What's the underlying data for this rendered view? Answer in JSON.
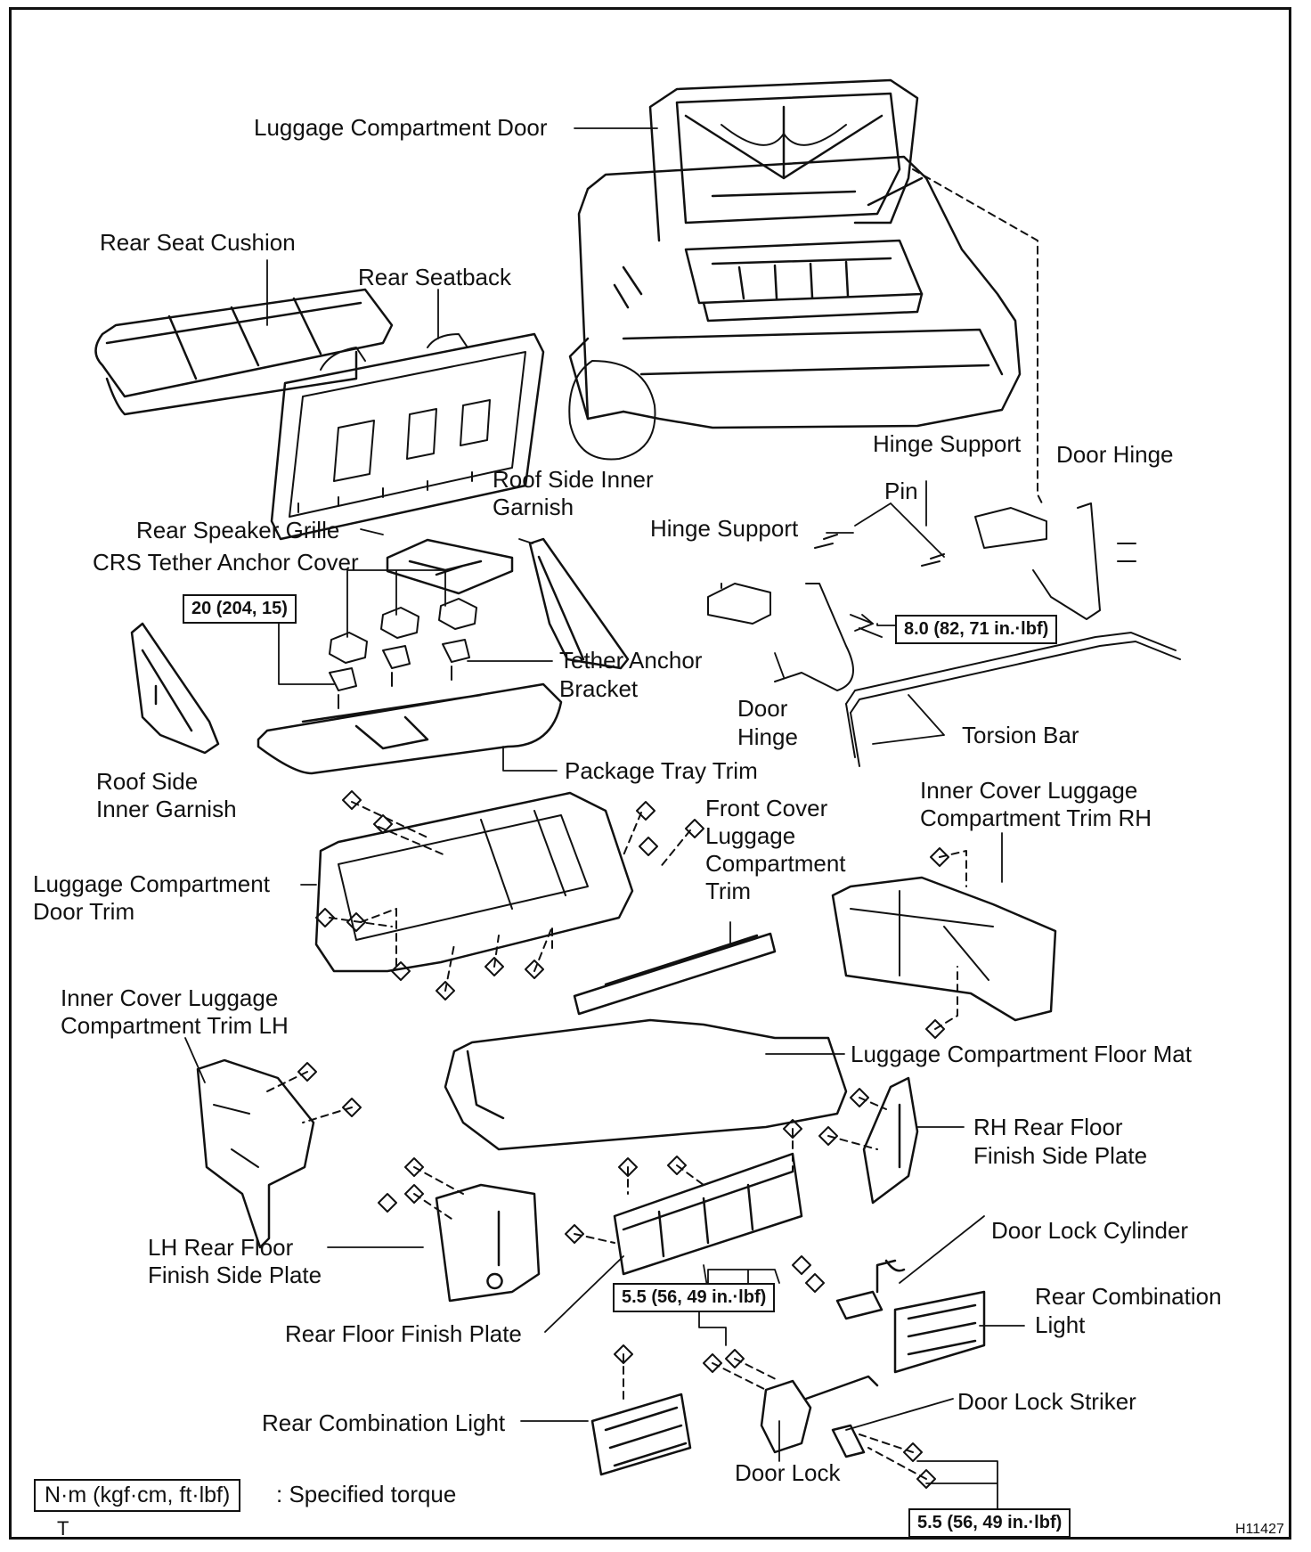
{
  "labels": {
    "luggage_compartment_door": "Luggage Compartment Door",
    "rear_seat_cushion": "Rear Seat Cushion",
    "rear_seatback": "Rear Seatback",
    "roof_side_inner_garnish_top_1": "Roof Side Inner",
    "roof_side_inner_garnish_top_2": "Garnish",
    "hinge_support_right": "Hinge Support",
    "door_hinge_right": "Door Hinge",
    "pin": "Pin",
    "hinge_support_left": "Hinge Support",
    "rear_speaker_grille": "Rear Speaker Grille",
    "crs_tether_anchor_cover": "CRS Tether Anchor Cover",
    "tether_anchor_bracket_1": "Tether Anchor",
    "tether_anchor_bracket_2": "Bracket",
    "door_hinge_left_1": "Door",
    "door_hinge_left_2": "Hinge",
    "torsion_bar": "Torsion Bar",
    "roof_side_inner_garnish_left_1": "Roof Side",
    "roof_side_inner_garnish_left_2": "Inner Garnish",
    "package_tray_trim": "Package Tray Trim",
    "front_cover_1": "Front Cover",
    "front_cover_2": "Luggage",
    "front_cover_3": "Compartment",
    "front_cover_4": "Trim",
    "inner_cover_rh_1": "Inner Cover Luggage",
    "inner_cover_rh_2": "Compartment Trim RH",
    "luggage_door_trim_1": "Luggage Compartment",
    "luggage_door_trim_2": "Door Trim",
    "inner_cover_lh_1": "Inner Cover Luggage",
    "inner_cover_lh_2": "Compartment Trim LH",
    "floor_mat": "Luggage Compartment Floor Mat",
    "rh_rear_floor_1": "RH Rear Floor",
    "rh_rear_floor_2": "Finish Side Plate",
    "lh_rear_floor_1": "LH Rear Floor",
    "lh_rear_floor_2": "Finish Side Plate",
    "door_lock_cylinder": "Door Lock Cylinder",
    "rear_combination_light_right_1": "Rear Combination",
    "rear_combination_light_right_2": "Light",
    "rear_floor_finish_plate": "Rear Floor Finish Plate",
    "door_lock_striker": "Door Lock Striker",
    "rear_combination_light_left": "Rear Combination Light",
    "door_lock": "Door Lock"
  },
  "torques": {
    "tether_anchor": "20 (204, 15)",
    "hinge": "8.0 (82, 71 in.·lbf)",
    "door_lock_cylinder": "5.5 (56, 49 in.·lbf)",
    "door_lock_striker": "5.5 (56, 49 in.·lbf)"
  },
  "legend": {
    "unit_box": "N·m (kgf·cm, ft·lbf)",
    "text": ": Specified torque",
    "mark": "T"
  },
  "figure_code": "H11427"
}
